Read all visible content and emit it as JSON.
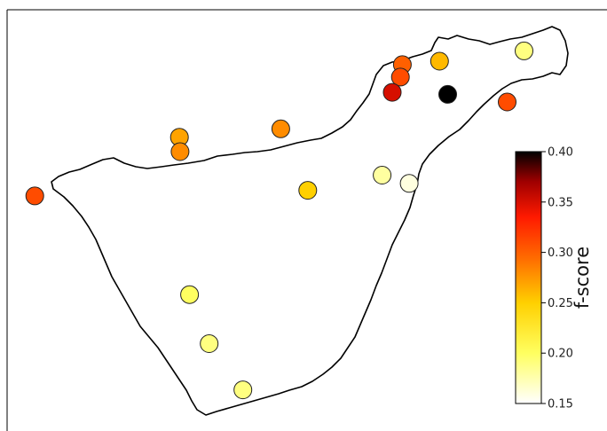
{
  "chart_data": {
    "type": "scatter",
    "description_of_base": "island outline map",
    "colormap": "hot_r",
    "colorbar": {
      "label": "f-score",
      "min": 0.15,
      "max": 0.4,
      "ticks": [
        "0.15",
        "0.20",
        "0.25",
        "0.30",
        "0.35",
        "0.40"
      ],
      "placement": "right"
    },
    "points": [
      {
        "id": "p1",
        "lon": -16.175,
        "lat": 28.59,
        "value": 0.19
      },
      {
        "id": "p2",
        "lon": -16.3,
        "lat": 28.575,
        "value": 0.26
      },
      {
        "id": "p3",
        "lon": -16.355,
        "lat": 28.57,
        "value": 0.3
      },
      {
        "id": "p4",
        "lon": -16.358,
        "lat": 28.552,
        "value": 0.31
      },
      {
        "id": "p5",
        "lon": -16.37,
        "lat": 28.53,
        "value": 0.35
      },
      {
        "id": "p6",
        "lon": -16.288,
        "lat": 28.527,
        "value": 0.4
      },
      {
        "id": "p7",
        "lon": -16.2,
        "lat": 28.516,
        "value": 0.31
      },
      {
        "id": "p8",
        "lon": -16.535,
        "lat": 28.477,
        "value": 0.28
      },
      {
        "id": "p9",
        "lon": -16.685,
        "lat": 28.465,
        "value": 0.27
      },
      {
        "id": "p10",
        "lon": -16.684,
        "lat": 28.444,
        "value": 0.28
      },
      {
        "id": "p11",
        "lon": -16.385,
        "lat": 28.41,
        "value": 0.18
      },
      {
        "id": "p12",
        "lon": -16.345,
        "lat": 28.398,
        "value": 0.16
      },
      {
        "id": "p13",
        "lon": -16.495,
        "lat": 28.388,
        "value": 0.25
      },
      {
        "id": "p14",
        "lon": -16.899,
        "lat": 28.38,
        "value": 0.31
      },
      {
        "id": "p15",
        "lon": -16.67,
        "lat": 28.237,
        "value": 0.2
      },
      {
        "id": "p16",
        "lon": -16.641,
        "lat": 28.166,
        "value": 0.19
      },
      {
        "id": "p17",
        "lon": -16.591,
        "lat": 28.099,
        "value": 0.19
      }
    ]
  }
}
